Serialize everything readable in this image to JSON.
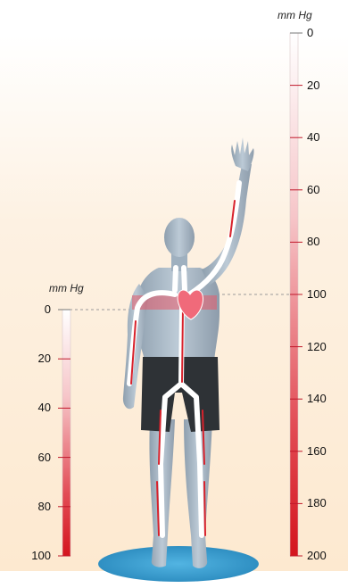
{
  "left_scale": {
    "unit": "mm Hg",
    "ticks": [
      "0",
      "20",
      "40",
      "60",
      "80",
      "100"
    ],
    "min": 0,
    "max": 100
  },
  "right_scale": {
    "unit": "mm Hg",
    "ticks": [
      "0",
      "20",
      "40",
      "60",
      "80",
      "100",
      "120",
      "140",
      "160",
      "180",
      "200"
    ],
    "min": 0,
    "max": 200
  },
  "colors": {
    "scale_top": "#ffffff",
    "scale_bottom": "#d4151e",
    "vessel_red": "#d8222c",
    "vessel_white": "#ffffff",
    "heart_band": "#e85a6a",
    "heart": "#f06a7a",
    "body_skin": "#a9b8c6",
    "shorts": "#2e3236",
    "platform": "#3a9fd1",
    "background_glow": "#fdf1e2",
    "reference_line": "#9a9a9a"
  },
  "figure": {
    "description_icon": "standing-human-raised-arm-icon",
    "heart_icon": "heart-icon"
  }
}
